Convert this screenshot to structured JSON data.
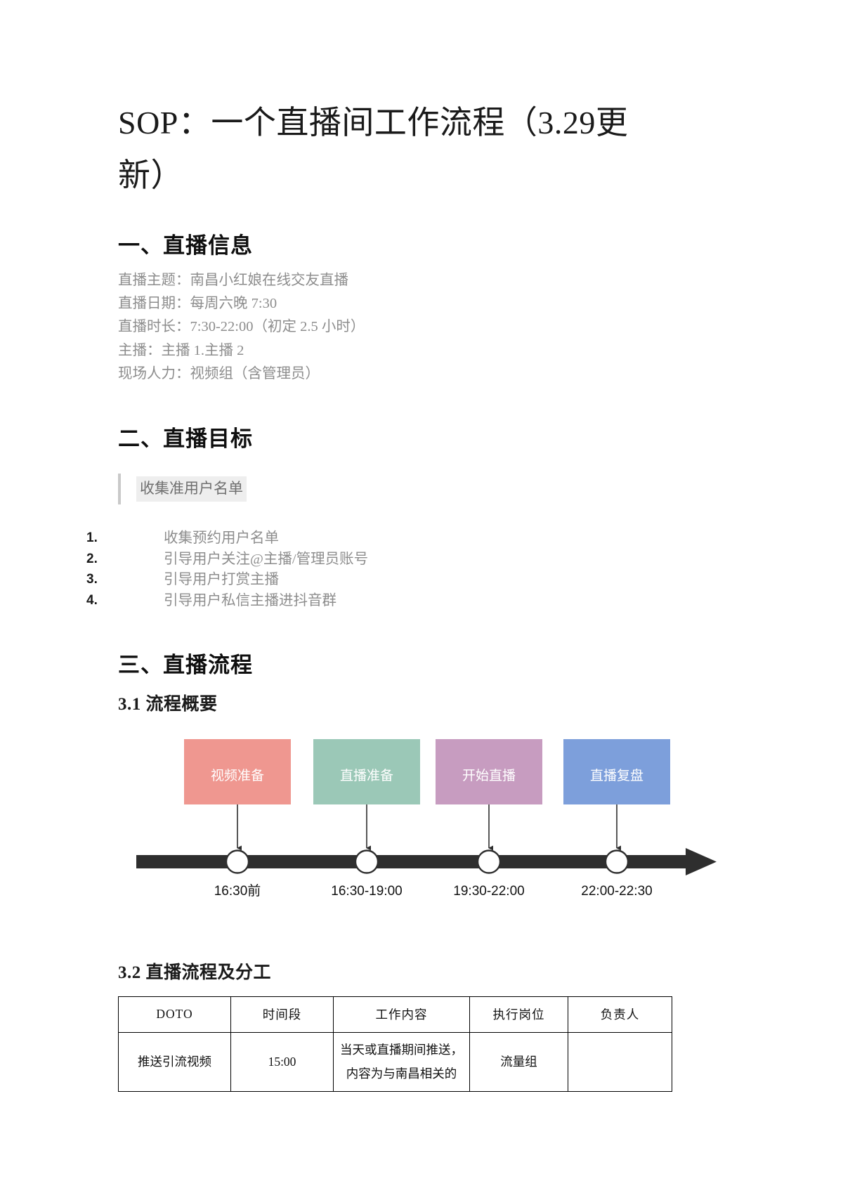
{
  "document": {
    "title": "SOP：一个直播间工作流程（3.29更新）"
  },
  "section_info": {
    "heading": "一、直播信息",
    "lines": [
      "直播主题：南昌小红娘在线交友直播",
      "直播日期：每周六晚 7:30",
      "直播时长：7:30-22:00（初定 2.5 小时）",
      "主播：主播 1.主播 2",
      "现场人力：视频组（含管理员）"
    ]
  },
  "section_goal": {
    "heading": "二、直播目标",
    "callout": "收集准用户名单",
    "items": [
      {
        "marker": "1.",
        "text": "收集预约用户名单"
      },
      {
        "marker": "2.",
        "text": "引导用户关注@主播/管理员账号"
      },
      {
        "marker": "3.",
        "text": "引导用户打赏主播"
      },
      {
        "marker": "4.",
        "text": "引导用户私信主播进抖音群"
      }
    ]
  },
  "section_flow": {
    "heading": "三、直播流程",
    "sub_overview": "3.1 流程概要",
    "sub_table": "3.2 直播流程及分工"
  },
  "timeline": {
    "stages": [
      {
        "label": "视频准备",
        "time": "16:30前",
        "color": "#ef9790"
      },
      {
        "label": "直播准备",
        "time": "16:30-19:00",
        "color": "#9bc8b7"
      },
      {
        "label": "开始直播",
        "time": "19:30-22:00",
        "color": "#c79cc0"
      },
      {
        "label": "直播复盘",
        "time": "22:00-22:30",
        "color": "#7d9fdb"
      }
    ],
    "axis_color": "#2e2e2e",
    "label_color": "#111111"
  },
  "table": {
    "headers": [
      "DOTO",
      "时间段",
      "工作内容",
      "执行岗位",
      "负责人"
    ],
    "rows": [
      {
        "doto": "推送引流视频",
        "time": "15:00",
        "content_line1": "当天或直播期间推送，",
        "content_line2": "内容为与南昌相关的",
        "post": "流量组",
        "owner": ""
      }
    ]
  }
}
